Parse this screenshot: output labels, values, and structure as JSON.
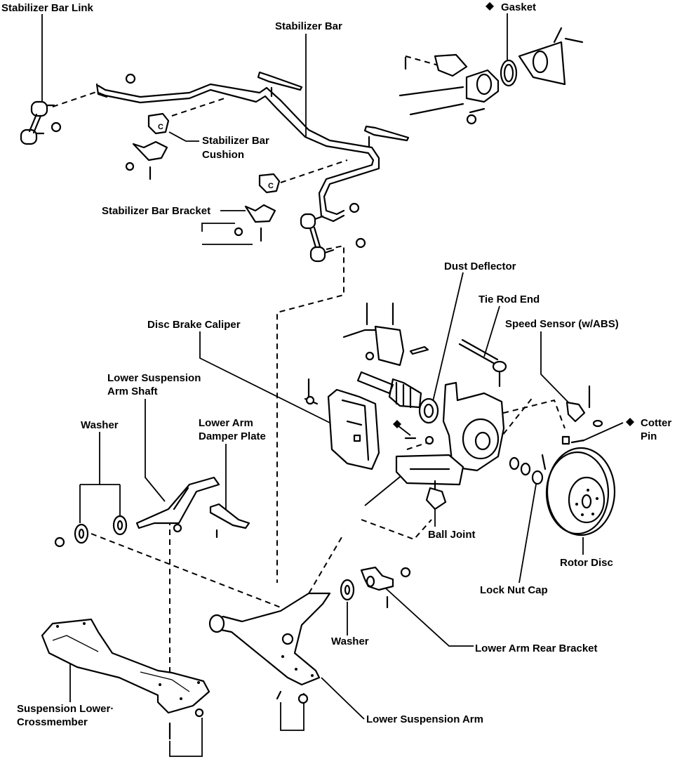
{
  "diagram": {
    "type": "exploded-parts-view",
    "subject": "Front suspension assembly",
    "colors": {
      "ink": "#000000",
      "background": "#ffffff"
    },
    "non_reusable_marker": "◆",
    "labels": {
      "stabilizer_bar_link": "Stabilizer Bar Link",
      "stabilizer_bar": "Stabilizer Bar",
      "gasket": "Gasket",
      "stabilizer_bar_cushion_1": "Stabilizer Bar",
      "stabilizer_bar_cushion_2": "Cushion",
      "stabilizer_bar_bracket": "Stabilizer Bar Bracket",
      "dust_deflector": "Dust Deflector",
      "tie_rod_end": "Tie Rod End",
      "disc_brake_caliper": "Disc Brake Caliper",
      "speed_sensor": "Speed Sensor (w/ABS)",
      "lower_suspension_arm_shaft_1": "Lower Suspension",
      "lower_suspension_arm_shaft_2": "Arm Shaft",
      "lower_arm_damper_plate_1": "Lower Arm",
      "lower_arm_damper_plate_2": "Damper Plate",
      "washer_left": "Washer",
      "cotter_pin_1": "Cotter",
      "cotter_pin_2": "Pin",
      "ball_joint": "Ball Joint",
      "rotor_disc": "Rotor Disc",
      "lock_nut_cap": "Lock Nut Cap",
      "washer_center": "Washer",
      "lower_arm_rear_bracket": "Lower Arm Rear Bracket",
      "suspension_lower_crossmember_1": "Suspension Lower·",
      "suspension_lower_crossmember_2": "Crossmember",
      "lower_suspension_arm": "Lower Suspension Arm"
    }
  }
}
